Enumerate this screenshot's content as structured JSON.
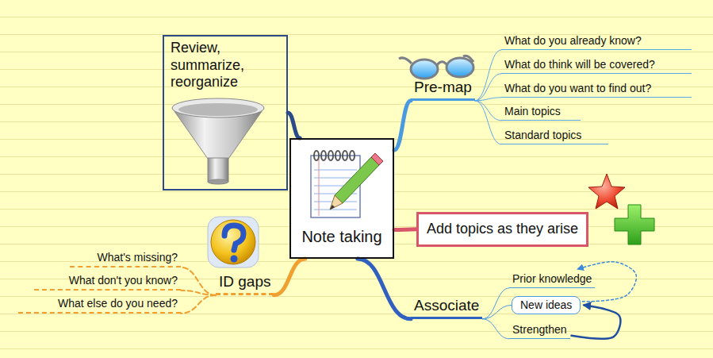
{
  "diagram": {
    "nodes": [
      {
        "text": [
          "Note taking"
        ]
      },
      {
        "text": [
          "Pre-map"
        ]
      },
      {
        "text": [
          "What do you already know?"
        ]
      },
      {
        "text": [
          "What do think will be covered?"
        ]
      },
      {
        "text": [
          "What do you want to find out?"
        ]
      },
      {
        "text": [
          "Main topics"
        ]
      },
      {
        "text": [
          "Standard topics"
        ]
      },
      {
        "text": [
          "Add topics as they arise"
        ]
      },
      {
        "text": [
          "Associate"
        ]
      },
      {
        "text": [
          "Prior knowledge"
        ]
      },
      {
        "text": [
          "New ideas"
        ]
      },
      {
        "text": [
          "Strengthen"
        ]
      },
      {
        "text": [
          "ID gaps"
        ]
      },
      {
        "text": [
          "What's missing?"
        ]
      },
      {
        "text": [
          "What don't you know?"
        ]
      },
      {
        "text": [
          "What else do you need?"
        ]
      },
      {
        "text": [
          "Review, summarize, reorganize"
        ]
      }
    ],
    "edges": [
      {
        "from": 0,
        "to": 1,
        "arrow": "none"
      },
      {
        "from": 1,
        "to": 2,
        "arrow": "none"
      },
      {
        "from": 1,
        "to": 3,
        "arrow": "none"
      },
      {
        "from": 1,
        "to": 4,
        "arrow": "none"
      },
      {
        "from": 1,
        "to": 5,
        "arrow": "none"
      },
      {
        "from": 1,
        "to": 6,
        "arrow": "none"
      },
      {
        "from": 0,
        "to": 7,
        "arrow": "none"
      },
      {
        "from": 0,
        "to": 8,
        "arrow": "none"
      },
      {
        "from": 8,
        "to": 9,
        "arrow": "none"
      },
      {
        "from": 8,
        "to": 10,
        "arrow": "none"
      },
      {
        "from": 8,
        "to": 11,
        "arrow": "none"
      },
      {
        "from": 0,
        "to": 12,
        "arrow": "none"
      },
      {
        "from": 12,
        "to": 13,
        "arrow": "none"
      },
      {
        "from": 12,
        "to": 14,
        "arrow": "none"
      },
      {
        "from": 12,
        "to": 15,
        "arrow": "none"
      },
      {
        "from": 0,
        "to": 16,
        "arrow": "none"
      },
      {
        "from": 10,
        "to": 9,
        "arrow": "to"
      },
      {
        "from": 11,
        "to": 10,
        "arrow": "to"
      }
    ]
  }
}
